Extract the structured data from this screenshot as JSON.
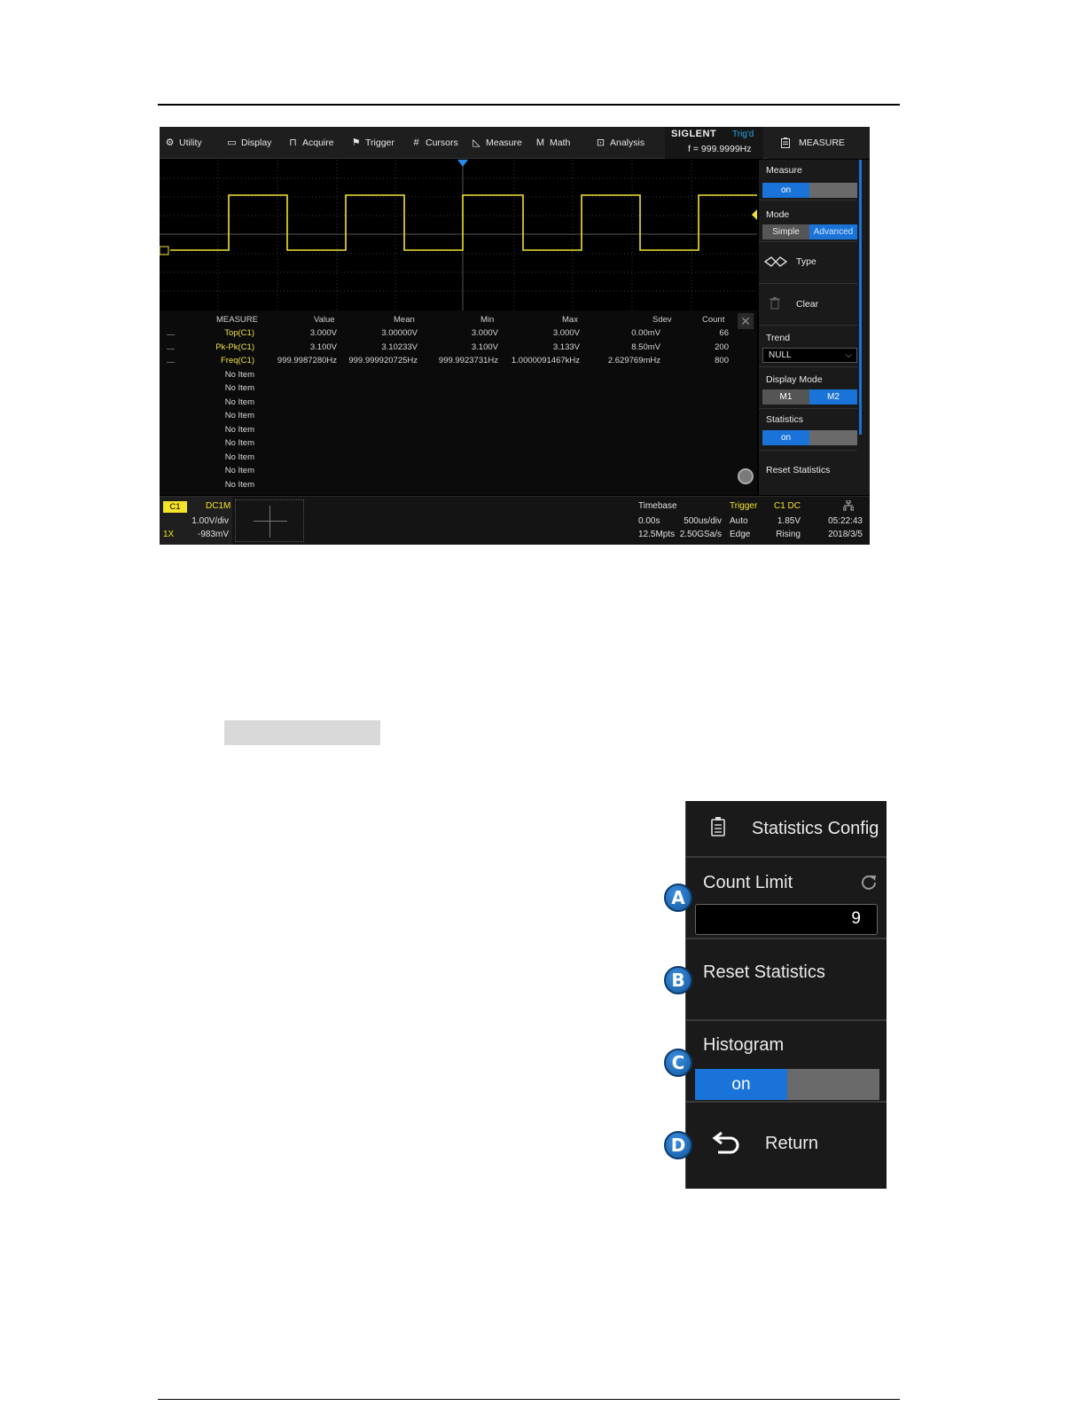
{
  "menu": {
    "items": [
      {
        "label": "Utility",
        "icon": "gear-icon"
      },
      {
        "label": "Display",
        "icon": "monitor-icon"
      },
      {
        "label": "Acquire",
        "icon": "acquire-icon"
      },
      {
        "label": "Trigger",
        "icon": "flag-icon"
      },
      {
        "label": "Cursors",
        "icon": "cursor-grid-icon"
      },
      {
        "label": "Measure",
        "icon": "measure-icon"
      },
      {
        "label": "Math",
        "icon": "math-icon"
      },
      {
        "label": "Analysis",
        "icon": "analysis-icon"
      }
    ],
    "brand": "SIGLENT",
    "trigger_state": "Trig'd",
    "frequency": "f = 999.9999Hz",
    "panel_title": "MEASURE"
  },
  "measure_table": {
    "headers": [
      "MEASURE",
      "Value",
      "Mean",
      "Min",
      "Max",
      "Sdev",
      "Count"
    ],
    "rows": [
      [
        "Top(C1)",
        "3.000V",
        "3.00000V",
        "3.000V",
        "3.000V",
        "0.00mV",
        "66"
      ],
      [
        "Pk-Pk(C1)",
        "3.100V",
        "3.10233V",
        "3.100V",
        "3.133V",
        "8.50mV",
        "200"
      ],
      [
        "Freq(C1)",
        "999.9987280Hz",
        "999.999920725Hz",
        "999.9923731Hz",
        "1.0000091467kHz",
        "2.629769mHz",
        "800"
      ]
    ],
    "empty_label": "No Item",
    "empty_count": 9
  },
  "sidebar": {
    "measure_label": "Measure",
    "measure_on": "on",
    "mode_label": "Mode",
    "mode_simple": "Simple",
    "mode_advanced": "Advanced",
    "type_label": "Type",
    "clear_label": "Clear",
    "trend_label": "Trend",
    "trend_value": "NULL",
    "display_mode_label": "Display Mode",
    "dm_m1": "M1",
    "dm_m2": "M2",
    "statistics_label": "Statistics",
    "statistics_on": "on",
    "reset_label": "Reset Statistics"
  },
  "status": {
    "channel": "C1",
    "coupling": "DC1M",
    "vdiv": "1.00V/div",
    "probe": "1X",
    "offset": "-983mV",
    "timebase_label": "Timebase",
    "delay": "0.00s",
    "tdiv": "500us/div",
    "memory": "12.5Mpts",
    "srate": "2.50GSa/s",
    "trigger_label": "Trigger",
    "trigger_source": "C1 DC",
    "trigger_mode": "Auto",
    "trigger_level": "1.85V",
    "trigger_type": "Edge",
    "trigger_slope": "Rising",
    "time": "05:22:43",
    "date": "2018/3/5"
  },
  "stats_panel": {
    "title": "Statistics Config",
    "count_limit_label": "Count Limit",
    "count_limit_value": "9",
    "reset_label": "Reset Statistics",
    "histogram_label": "Histogram",
    "histogram_on": "on",
    "return_label": "Return"
  },
  "markers": [
    "A",
    "B",
    "C",
    "D"
  ],
  "colors": {
    "accent": "#1a73d8",
    "channel1": "#f5e32a",
    "trig_state": "#26a9e8"
  }
}
